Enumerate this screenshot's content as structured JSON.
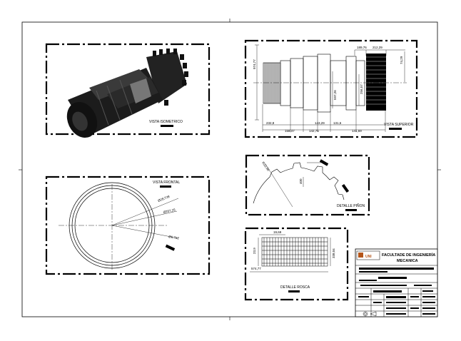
{
  "views": {
    "isometric": {
      "label": "VISTA ISOMETRICO"
    },
    "frontal": {
      "label": "VISTA FRONTAL",
      "dims": [
        "Ø28,728",
        "Ø267,25",
        "Ø6,752"
      ]
    },
    "superior": {
      "label": "VISTA SUPERIOR",
      "dims_left": [
        "974,77"
      ],
      "dims_top": [
        "189,76",
        "212,29",
        "74,29"
      ],
      "dims_mid": [
        "597,26",
        "256,57"
      ],
      "dims_bottom": [
        "232,8",
        "158,47",
        "143,29",
        "142,75",
        "131,6",
        "141,69"
      ]
    },
    "pinion": {
      "label": "DETALLE PIÑON",
      "dims": [
        "R32,38",
        "400"
      ]
    },
    "thread": {
      "label": "DETALLE ROSCA",
      "dims": [
        "19,69",
        "23,9",
        "338,04",
        "574,77"
      ]
    }
  },
  "title_block": {
    "institution_line1": "FACULTADE DE INGENIERÍA",
    "institution_line2": "MECANICA",
    "logo_text": "UNI"
  }
}
